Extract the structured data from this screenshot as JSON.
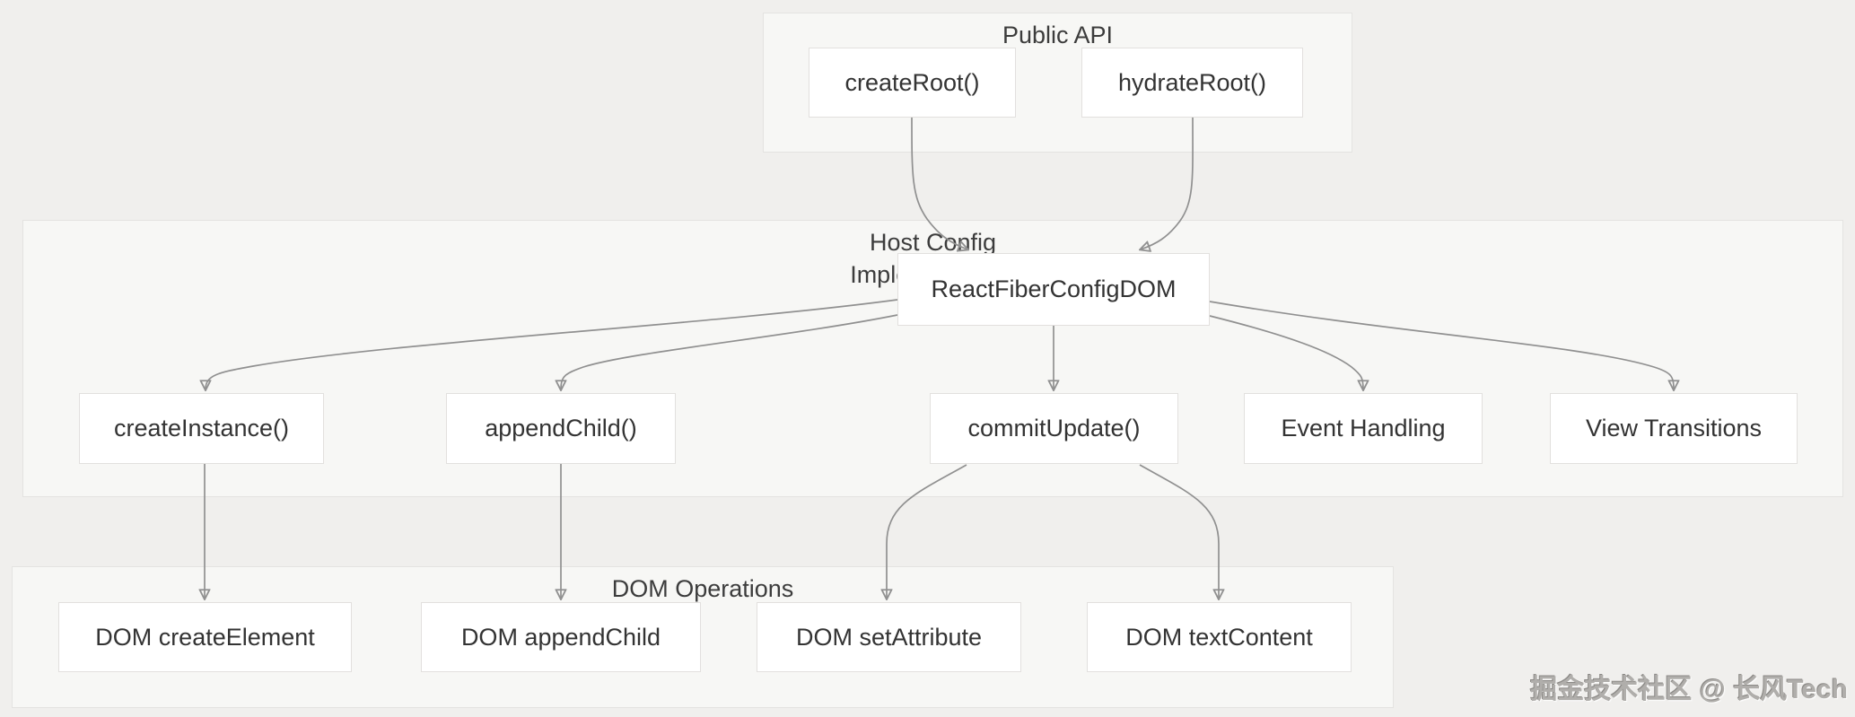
{
  "diagram": {
    "groups": {
      "public_api": {
        "title": "Public API"
      },
      "host_config": {
        "title_line1": "Host Config",
        "title_line2": "Implementation"
      },
      "dom_operations": {
        "title": "DOM Operations"
      }
    },
    "nodes": {
      "create_root": {
        "label": "createRoot()"
      },
      "hydrate_root": {
        "label": "hydrateRoot()"
      },
      "react_fiber_config_dom": {
        "label": "ReactFiberConfigDOM"
      },
      "create_instance": {
        "label": "createInstance()"
      },
      "append_child": {
        "label": "appendChild()"
      },
      "commit_update": {
        "label": "commitUpdate()"
      },
      "event_handling": {
        "label": "Event Handling"
      },
      "view_transitions": {
        "label": "View Transitions"
      },
      "dom_create_element": {
        "label": "DOM createElement"
      },
      "dom_append_child": {
        "label": "DOM appendChild"
      },
      "dom_set_attribute": {
        "label": "DOM setAttribute"
      },
      "dom_text_content": {
        "label": "DOM textContent"
      }
    },
    "edges": [
      {
        "from": "createRoot()",
        "to": "ReactFiberConfigDOM"
      },
      {
        "from": "hydrateRoot()",
        "to": "ReactFiberConfigDOM"
      },
      {
        "from": "ReactFiberConfigDOM",
        "to": "createInstance()"
      },
      {
        "from": "ReactFiberConfigDOM",
        "to": "appendChild()"
      },
      {
        "from": "ReactFiberConfigDOM",
        "to": "commitUpdate()"
      },
      {
        "from": "ReactFiberConfigDOM",
        "to": "Event Handling"
      },
      {
        "from": "ReactFiberConfigDOM",
        "to": "View Transitions"
      },
      {
        "from": "createInstance()",
        "to": "DOM createElement"
      },
      {
        "from": "appendChild()",
        "to": "DOM appendChild"
      },
      {
        "from": "commitUpdate()",
        "to": "DOM setAttribute"
      },
      {
        "from": "commitUpdate()",
        "to": "DOM textContent"
      }
    ],
    "watermark": {
      "text": "掘金技术社区 @ 长风Tech"
    },
    "colors": {
      "page_bg": "#f0efed",
      "container_bg": "#f7f7f5",
      "container_border": "#e4e3e1",
      "node_bg": "#ffffff",
      "node_border": "#e2e0de",
      "arrow": "#909090",
      "text": "#333333",
      "watermark": "#b0aeab"
    }
  }
}
